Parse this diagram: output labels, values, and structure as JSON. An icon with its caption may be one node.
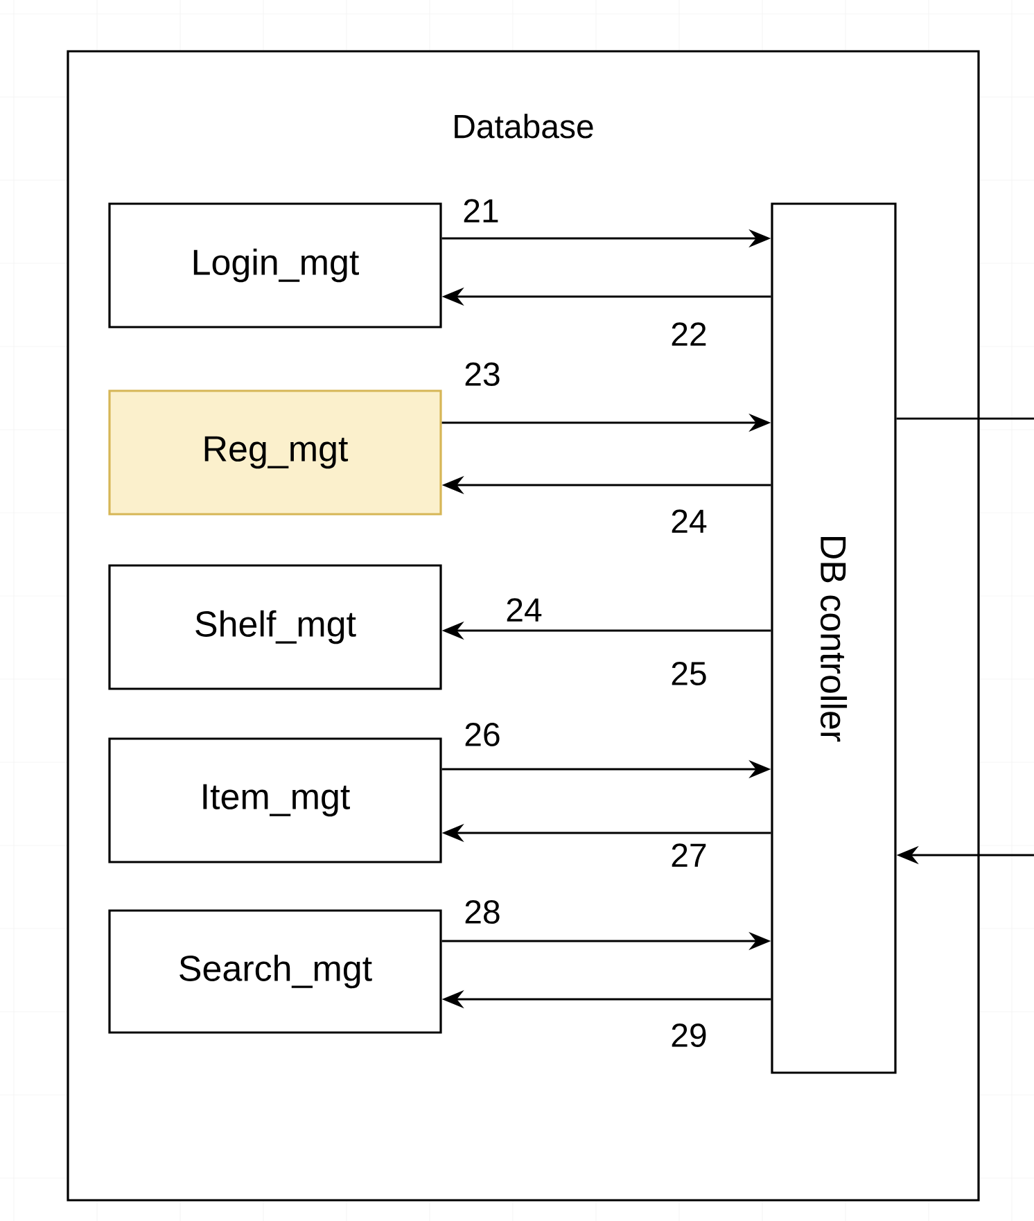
{
  "diagram": {
    "nodes": [
      {
        "text": [
          "Database"
        ]
      },
      {
        "text": [
          "Login_mgt"
        ],
        "in": 0
      },
      {
        "text": [
          "Reg_mgt"
        ],
        "in": 0
      },
      {
        "text": [
          "Shelf_mgt"
        ],
        "in": 0
      },
      {
        "text": [
          "Item_mgt"
        ],
        "in": 0
      },
      {
        "text": [
          "Search_mgt"
        ],
        "in": 0
      },
      {
        "text": [
          "DB controller"
        ],
        "in": 0
      }
    ],
    "edges": [
      {
        "from": 1,
        "to": 6,
        "arrow": "to",
        "label": "21"
      },
      {
        "from": 6,
        "to": 1,
        "arrow": "to",
        "label": "22"
      },
      {
        "from": 2,
        "to": 6,
        "arrow": "to",
        "label": "23"
      },
      {
        "from": 6,
        "to": 2,
        "arrow": "to",
        "label": "24"
      },
      {
        "from": 6,
        "to": 3,
        "arrow": "to",
        "label": "24"
      },
      {
        "from": 4,
        "to": 6,
        "arrow": "to",
        "label": "26"
      },
      {
        "from": 6,
        "to": 4,
        "arrow": "to",
        "label": "27"
      },
      {
        "from": 5,
        "to": 6,
        "arrow": "to",
        "label": "28"
      },
      {
        "from": 6,
        "to": 5,
        "arrow": "to",
        "label": "29"
      },
      {
        "from": 6,
        "to": null,
        "arrow": "none"
      },
      {
        "from": null,
        "to": 6,
        "arrow": "to"
      }
    ],
    "labels": [
      "25"
    ]
  }
}
